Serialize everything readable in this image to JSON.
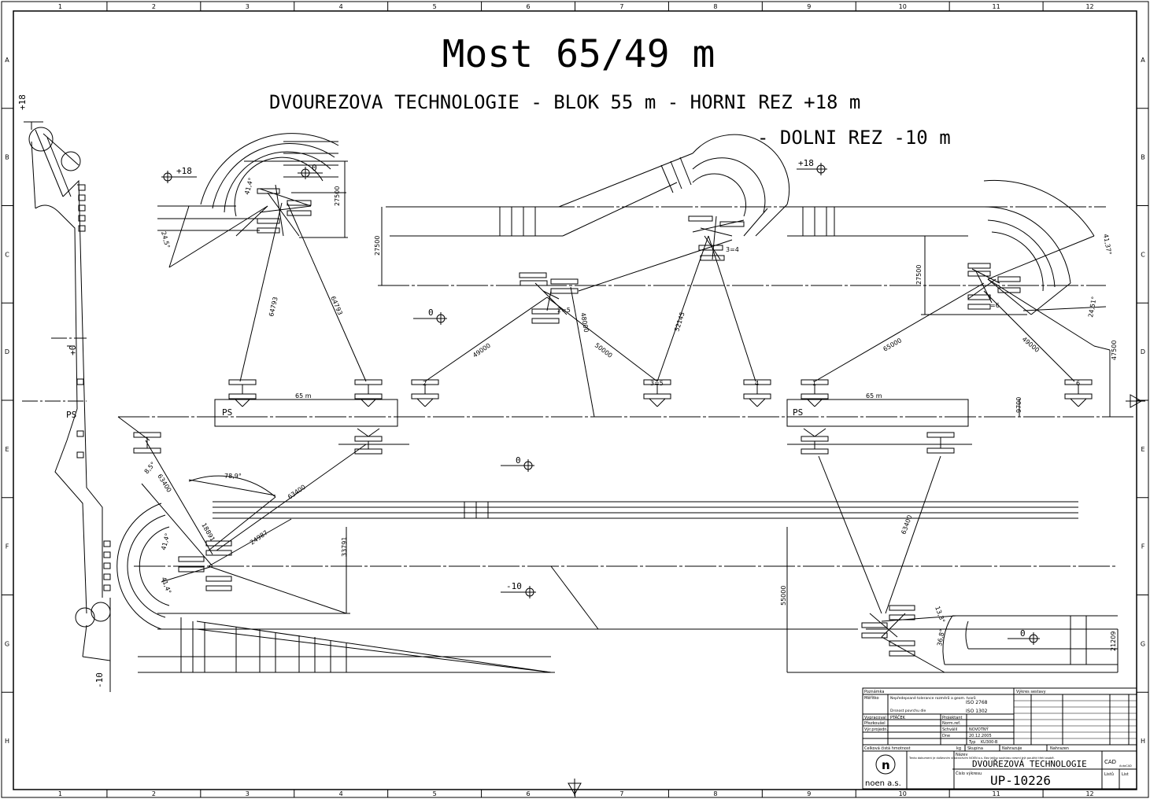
{
  "title": "Most 65/49 m",
  "subtitle_1": "DVOUREZOVA TECHNOLOGIE - BLOK 55 m - HORNI REZ  +18 m",
  "subtitle_2": "- DOLNI REZ  -10 m",
  "grid": {
    "columns": [
      "1",
      "2",
      "3",
      "4",
      "5",
      "6",
      "7",
      "8",
      "9",
      "10",
      "11",
      "12"
    ],
    "rows": [
      "A",
      "B",
      "C",
      "D",
      "E",
      "F",
      "G",
      "H"
    ]
  },
  "levels": {
    "upper": "+18",
    "zero": "0",
    "lower": "-10"
  },
  "section_labels": {
    "upper": "+18",
    "zero": "+0",
    "lower": "-10",
    "ps": "PS"
  },
  "dimensions": {
    "d27500": "27500",
    "d64793": "64793",
    "d48000": "48000",
    "d49000": "49000",
    "d50000": "50000",
    "d52145": "52145",
    "d65000": "65000",
    "d47500": "47500",
    "d9700": "9700",
    "d65m": "65 m",
    "d63400": "63400",
    "d33791": "33791",
    "d55000": "55000",
    "d21209": "21209",
    "d24987": "24987",
    "d18891": "18891"
  },
  "angles": {
    "a414": "41,4°",
    "a245": "24,5°",
    "a4137": "41,37°",
    "a2451": "24,51°",
    "a789": "78,9°",
    "a85": "8,5°",
    "a131": "13,3°",
    "a368": "36,8°"
  },
  "stations": {
    "s1": "1",
    "s2": "2",
    "s35": "3=5",
    "s4": "4",
    "s6": "6",
    "s25": "2=5",
    "s34": "3=4",
    "s6b": "=6"
  },
  "ps": "PS",
  "title_block": {
    "poznamka": "Poznámka",
    "meritko": "Měřítko",
    "tolerance": "Nepředepsané tolerance rozměrů a geom. tvarů",
    "drsnost": "Drsnost povrchu dle",
    "iso1": "ISO 2768",
    "iso2": "ISO 1302",
    "vypracoval": "Vypracoval",
    "author": "PTÁČEK",
    "prezkoumal": "Přezkoušel",
    "vyr_projedn": "Výr.projedn.",
    "projektant": "Projektant",
    "norm_ref": "Norm.ref.",
    "schvalil": "Schválil",
    "status": "NOVOTNÝ",
    "dne": "Dne",
    "date": "20.12.2005",
    "typ": "Typ",
    "type_value": "KU300-B",
    "celkova_hmotnost": "Celková čistá hmotnost",
    "kg": "kg",
    "skupina": "Skupina",
    "nahrazuje": "Nahrazuje",
    "nahrazen": "Nahrazen",
    "nazev": "Název",
    "name": "DVOUŘEZOVÁ TECHNOLOGIE",
    "cislo_vykresu": "Číslo výkresu",
    "drawing_no": "UP-10226",
    "company": "noen a.s.",
    "logo_letter": "n",
    "legal": "Tento dokument je duševním vlastnictvím NOEN a.s. Bez jejího souhlasu nesmí být použitý třetí osobě.",
    "cad": "CAD",
    "autocad": "AutoCAD",
    "listu": "Listů",
    "list": "List",
    "vykres_sestavy": "Výkres sestavy"
  }
}
